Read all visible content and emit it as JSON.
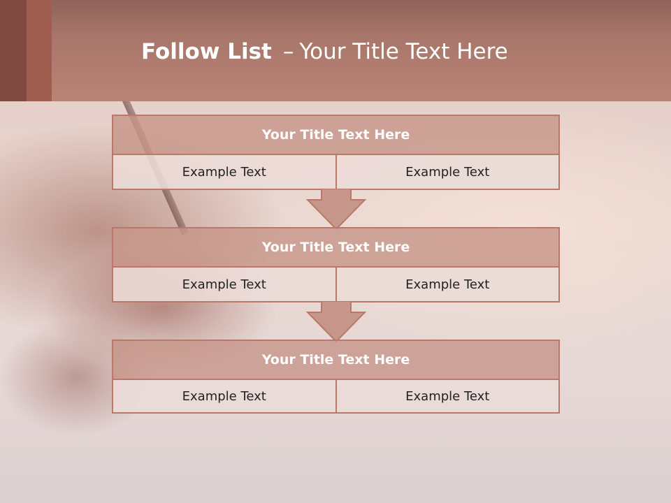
{
  "header": {
    "title_bold": "Follow List",
    "title_separator": "–",
    "title_rest": "Your Title Text Here"
  },
  "steps": [
    {
      "title": "Your Title Text Here",
      "cells": [
        "Example Text",
        "Example Text"
      ]
    },
    {
      "title": "Your Title Text Here",
      "cells": [
        "Example Text",
        "Example Text"
      ]
    },
    {
      "title": "Your Title Text Here",
      "cells": [
        "Example Text",
        "Example Text"
      ]
    }
  ],
  "colors": {
    "header": "#b98476",
    "box_border": "#b9786a",
    "box_title_fill": "#c7968a",
    "box_cell_fill": "#ecdcd8",
    "arrow_fill": "#c7968a"
  },
  "icons": [
    "down-arrow-icon"
  ]
}
